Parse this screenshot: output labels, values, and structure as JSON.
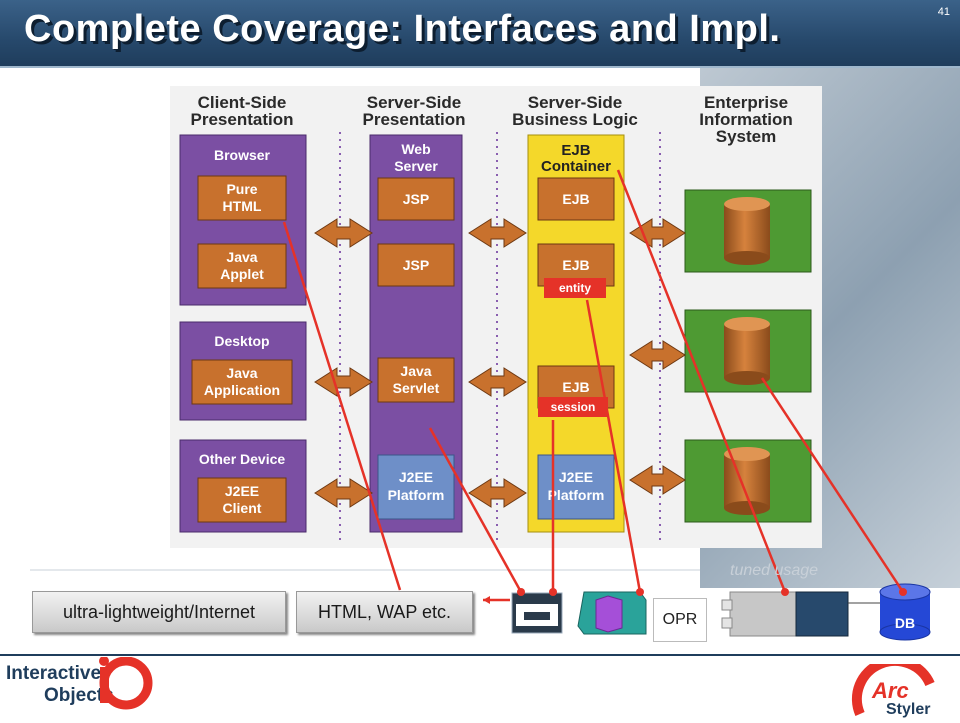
{
  "slide": {
    "title": "Complete Coverage: Interfaces and Impl.",
    "number": "41"
  },
  "columns": [
    {
      "header_line1": "Client-Side",
      "header_line2": "Presentation"
    },
    {
      "header_line1": "Server-Side",
      "header_line2": "Presentation"
    },
    {
      "header_line1": "Server-Side",
      "header_line2": "Business Logic"
    },
    {
      "header_line1": "Enterprise",
      "header_line2": "Information",
      "header_line3": "System"
    }
  ],
  "client": {
    "browser": "Browser",
    "pure_l1": "Pure",
    "pure_l2": "HTML",
    "applet_l1": "Java",
    "applet_l2": "Applet",
    "desktop": "Desktop",
    "javaapp_l1": "Java",
    "javaapp_l2": "Application",
    "other": "Other Device",
    "j2ee_l1": "J2EE",
    "j2ee_l2": "Client"
  },
  "server": {
    "web_l1": "Web",
    "web_l2": "Server",
    "jsp1": "JSP",
    "jsp2": "JSP",
    "servlet_l1": "Java",
    "servlet_l2": "Servlet",
    "plat_l1": "J2EE",
    "plat_l2": "Platform"
  },
  "ejb": {
    "cont_l1": "EJB",
    "cont_l2": "Container",
    "ejb1": "EJB",
    "ejb2": "EJB",
    "ejb3": "EJB",
    "plat_l1": "J2EE",
    "plat_l2": "Platform"
  },
  "tags": {
    "entity": "entity",
    "session": "session"
  },
  "bottom": {
    "btn_internet": "ultra-lightweight/Internet",
    "btn_html": "HTML, WAP etc.",
    "opr": "OPR",
    "tuned": "tuned usage",
    "db": "DB"
  },
  "logo": {
    "left_line1": "Interactive",
    "left_line2": "Objects",
    "right_arc": "Arc",
    "right_styler": "Styler"
  },
  "colors": {
    "title_bg": "#27496c",
    "purple": "#7b4fa3",
    "yellow": "#f4d82a",
    "green": "#4e9a33",
    "red": "#e53228"
  }
}
